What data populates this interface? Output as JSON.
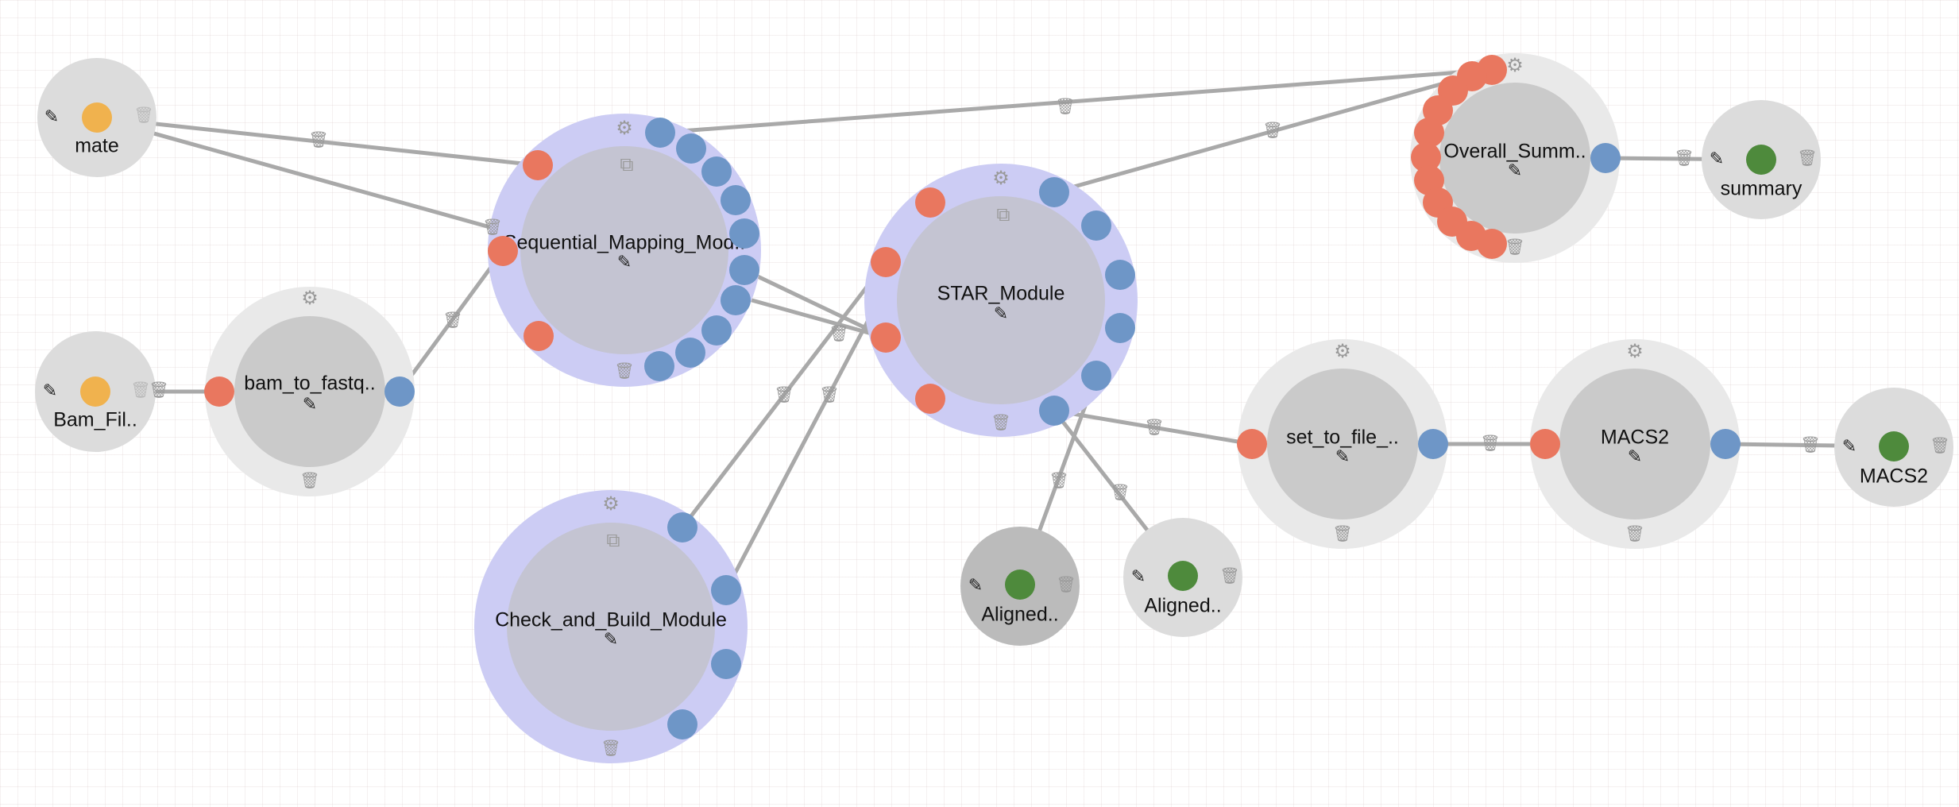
{
  "workflow": {
    "colors": {
      "input_port": "#e9775f",
      "output_port": "#6e96c7",
      "file_port": "#f0b24e",
      "output_file_port": "#4e8a3c",
      "module_ring": "#ccccf4",
      "module_inner": "#c4c4d2",
      "process_ring": "#e9e9e9",
      "process_inner": "#cacaca",
      "file_node": "#dcdcdc",
      "file_node_selected": "#bbbbbb",
      "edge": "#a9a9a9"
    },
    "icons": {
      "settings": "gear-icon",
      "edit": "pencil-icon",
      "delete": "trash-icon",
      "open": "external-link-icon"
    },
    "nodes": {
      "mate": "mate",
      "bam_file": "Bam_Fil..",
      "bam_to_fastq": "bam_to_fastq..",
      "sequential_mapping": "Sequential_Mapping_Mod..",
      "check_and_build": "Check_and_Build_Module",
      "star_module": "STAR_Module",
      "aligned_1": "Aligned..",
      "aligned_2": "Aligned..",
      "overall_summary": "Overall_Summ..",
      "summary": "summary",
      "set_to_file": "set_to_file_..",
      "macs2_process": "MACS2",
      "macs2_output": "MACS2"
    }
  }
}
